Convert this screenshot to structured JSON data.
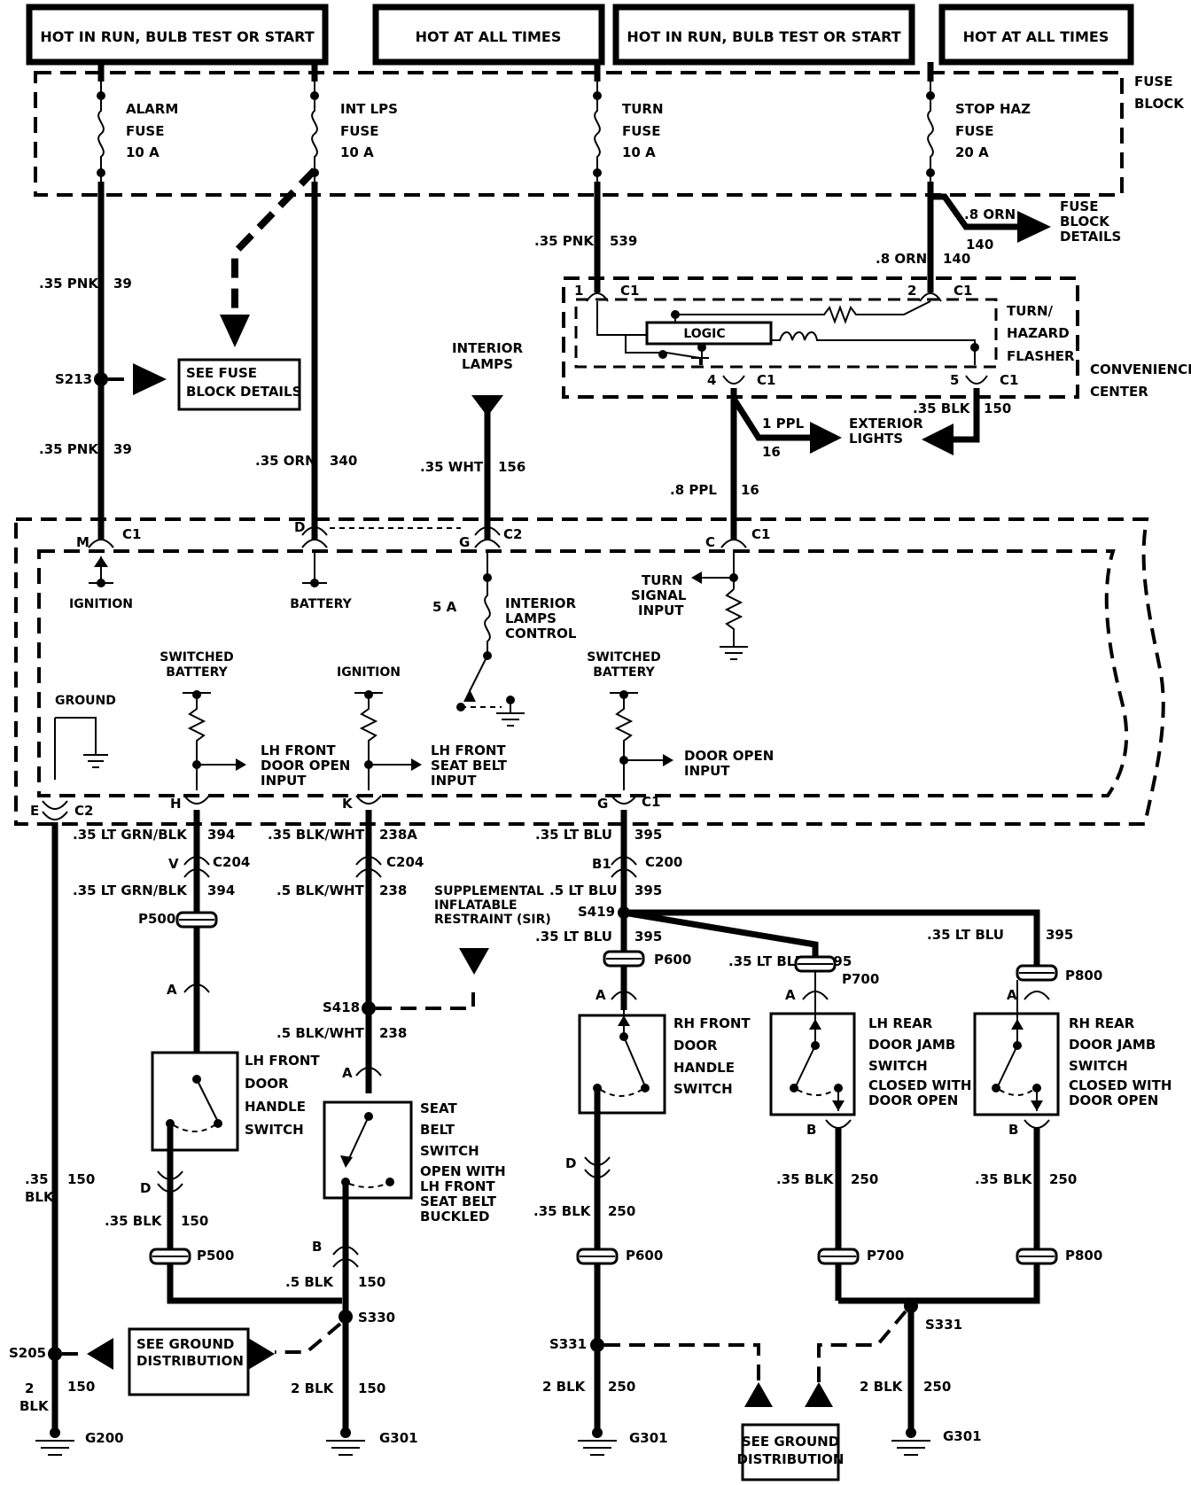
{
  "headers": [
    "HOT IN RUN, BULB TEST OR START",
    "HOT AT ALL TIMES",
    "HOT IN RUN, BULB TEST OR START",
    "HOT AT ALL TIMES"
  ],
  "fuse_block": {
    "line1": "FUSE",
    "line2": "BLOCK"
  },
  "fuses": [
    {
      "name": "ALARM",
      "word": "FUSE",
      "rating": "10 A"
    },
    {
      "name": "INT LPS",
      "word": "FUSE",
      "rating": "10 A"
    },
    {
      "name": "TURN",
      "word": "FUSE",
      "rating": "10 A"
    },
    {
      "name": "STOP HAZ",
      "word": "FUSE",
      "rating": "20 A"
    }
  ],
  "wires": {
    "pnk39_a": ".35 PNK",
    "n39_a": "39",
    "pnk39_b": ".35 PNK",
    "n39_b": "39",
    "orn340": ".35 ORN",
    "n340": "340",
    "wht156": ".35 WHT",
    "n156": "156",
    "pnk539": ".35 PNK",
    "n539": "539",
    "orn140_a": ".8 ORN",
    "n140_a": "140",
    "orn140_b": ".8 ORN",
    "n140_b": "140",
    "ppl16_a": "1 PPL",
    "n16_a": "16",
    "ppl16_b": ".8 PPL",
    "n16_b": "16",
    "blk150_top": ".35 BLK",
    "n150_top": "150",
    "ltgrn394_a": ".35 LT GRN/BLK",
    "n394_a": "394",
    "ltgrn394_b": ".35 LT GRN/BLK",
    "n394_b": "394",
    "blkwht238a": ".35 BLK/WHT",
    "n238a": "238A",
    "blkwht238_a": ".5 BLK/WHT",
    "n238_a": "238",
    "blkwht238_b": ".5 BLK/WHT",
    "n238_b": "238",
    "ltblu395_a": ".35 LT BLU",
    "n395_a": "395",
    "ltblu395_b": ".5 LT BLU",
    "n395_b": "395",
    "ltblu395_c": ".35 LT BLU",
    "n395_c": "395",
    "ltblu395_d": ".35 LT BLU",
    "n395_d": "395",
    "ltblu395_e": ".35 LT BLU",
    "n395_e": "395",
    "blk150_left_a": ".35",
    "blk150_left_b": "BLK",
    "n150_left": "150",
    "blk150_p500": ".35 BLK",
    "n150_p500": "150",
    "blk150_seat": ".5 BLK",
    "n150_seat": "150",
    "blk250_rh": ".35 BLK",
    "n250_rh": "250",
    "blk250_lhr": ".35 BLK",
    "n250_lhr": "250",
    "blk250_rhr": ".35 BLK",
    "n250_rhr": "250",
    "blk150_g200_a": "2",
    "blk150_g200_b": "BLK",
    "n150_g200": "150",
    "blk150_g301": "2 BLK",
    "n150_g301": "150",
    "blk250_g301a": "2 BLK",
    "n250_g301a": "250",
    "blk250_g301b": "2 BLK",
    "n250_g301b": "250"
  },
  "refs": {
    "see_fuse_block": [
      "SEE FUSE",
      "BLOCK DETAILS"
    ],
    "fuse_block_details": [
      "FUSE",
      "BLOCK",
      "DETAILS"
    ],
    "interior_lamps": [
      "INTERIOR",
      "LAMPS"
    ],
    "exterior_lights": [
      "EXTERIOR",
      "LIGHTS"
    ],
    "sir": [
      "SUPPLEMENTAL",
      "INFLATABLE",
      "RESTRAINT (SIR)"
    ],
    "see_ground_left": [
      "SEE GROUND",
      "DISTRIBUTION"
    ],
    "see_ground_bottom": [
      "SEE GROUND",
      "DISTRIBUTION"
    ]
  },
  "flasher": {
    "logic": "LOGIC",
    "label": [
      "TURN/",
      "HAZARD",
      "FLASHER"
    ],
    "center": [
      "CONVENIENCE",
      "CENTER"
    ]
  },
  "module": {
    "ignition_a": "IGNITION",
    "battery": "BATTERY",
    "fuse5a": "5 A",
    "int_lamps_control": [
      "INTERIOR",
      "LAMPS",
      "CONTROL"
    ],
    "turn_signal_input": [
      "TURN",
      "SIGNAL",
      "INPUT"
    ],
    "ground": "GROUND",
    "switched_battery_a": [
      "SWITCHED",
      "BATTERY"
    ],
    "ignition_b": "IGNITION",
    "switched_battery_b": [
      "SWITCHED",
      "BATTERY"
    ],
    "lh_front_door_input": [
      "LH FRONT",
      "DOOR OPEN",
      "INPUT"
    ],
    "lh_front_seat_input": [
      "LH FRONT",
      "SEAT BELT",
      "INPUT"
    ],
    "door_open_input": [
      "DOOR OPEN",
      "INPUT"
    ]
  },
  "pins": {
    "M": "M",
    "D": "D",
    "G": "G",
    "C": "C",
    "E": "E",
    "H": "H",
    "K": "K",
    "G2": "G",
    "C1": "C1",
    "C2": "C2",
    "p1": "1",
    "p2": "2",
    "p4": "4",
    "p5": "5",
    "V": "V",
    "B1": "B1",
    "A1": "A",
    "A2": "A",
    "A3": "A",
    "A4": "A",
    "A5": "A",
    "D1": "D",
    "D2": "D",
    "B_seat": "B",
    "B_lhr": "B",
    "B_rhr": "B"
  },
  "connectors": {
    "C204a": "C204",
    "C204b": "C204",
    "C200": "C200",
    "P500a": "P500",
    "P500b": "P500",
    "P600a": "P600",
    "P600b": "P600",
    "P700a": "P700",
    "P700b": "P700",
    "P800a": "P800",
    "P800b": "P800"
  },
  "splices": {
    "S213": "S213",
    "S418": "S418",
    "S419": "S419",
    "S330": "S330",
    "S205": "S205",
    "S331a": "S331",
    "S331b": "S331"
  },
  "grounds": {
    "G200": "G200",
    "G301a": "G301",
    "G301b": "G301",
    "G301c": "G301"
  },
  "switches": {
    "lh_front_door": [
      "LH FRONT",
      "DOOR",
      "HANDLE",
      "SWITCH"
    ],
    "seat_belt": [
      "SEAT",
      "BELT",
      "SWITCH",
      "OPEN WITH",
      "LH FRONT",
      "SEAT BELT",
      "BUCKLED"
    ],
    "rh_front_door": [
      "RH FRONT",
      "DOOR",
      "HANDLE",
      "SWITCH"
    ],
    "lh_rear_jamb": [
      "LH REAR",
      "DOOR JAMB",
      "SWITCH",
      "CLOSED WITH",
      "DOOR OPEN"
    ],
    "rh_rear_jamb": [
      "RH REAR",
      "DOOR JAMB",
      "SWITCH",
      "CLOSED WITH",
      "DOOR OPEN"
    ]
  }
}
